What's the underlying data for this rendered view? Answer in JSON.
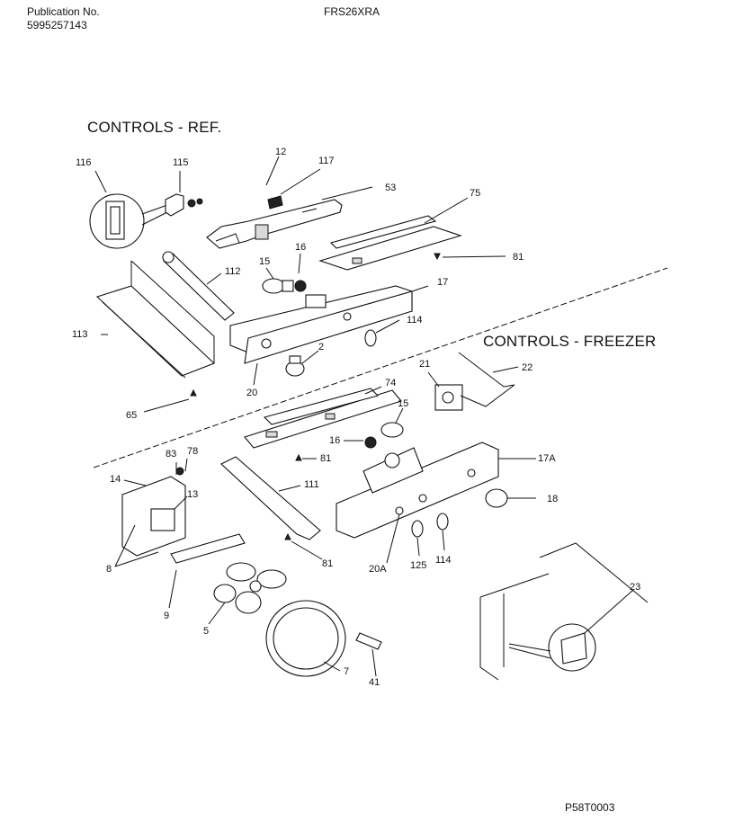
{
  "header": {
    "publication_label": "Publication No.",
    "publication_number": "5995257143",
    "model": "FRS26XRA"
  },
  "sections": {
    "ref_title": "CONTROLS - REF.",
    "freezer_title": "CONTROLS - FREEZER"
  },
  "footer": {
    "code": "P58T0003"
  },
  "callouts": {
    "c116": "116",
    "c115": "115",
    "c12": "12",
    "c117": "117",
    "c53": "53",
    "c75": "75",
    "c81a": "81",
    "c16a": "16",
    "c15a": "15",
    "c112": "112",
    "c17": "17",
    "c113": "113",
    "c114a": "114",
    "c2": "2",
    "c20": "20",
    "c65": "65",
    "c74": "74",
    "c21": "21",
    "c22": "22",
    "c15b": "15",
    "c16b": "16",
    "c81b": "81",
    "c83": "83",
    "c78": "78",
    "c14": "14",
    "c13": "13",
    "c111": "111",
    "c17a": "17A",
    "c18": "18",
    "c8": "8",
    "c81c": "81",
    "c20a": "20A",
    "c125": "125",
    "c114b": "114",
    "c9": "9",
    "c5": "5",
    "c23": "23",
    "c7": "7",
    "c41": "41"
  }
}
